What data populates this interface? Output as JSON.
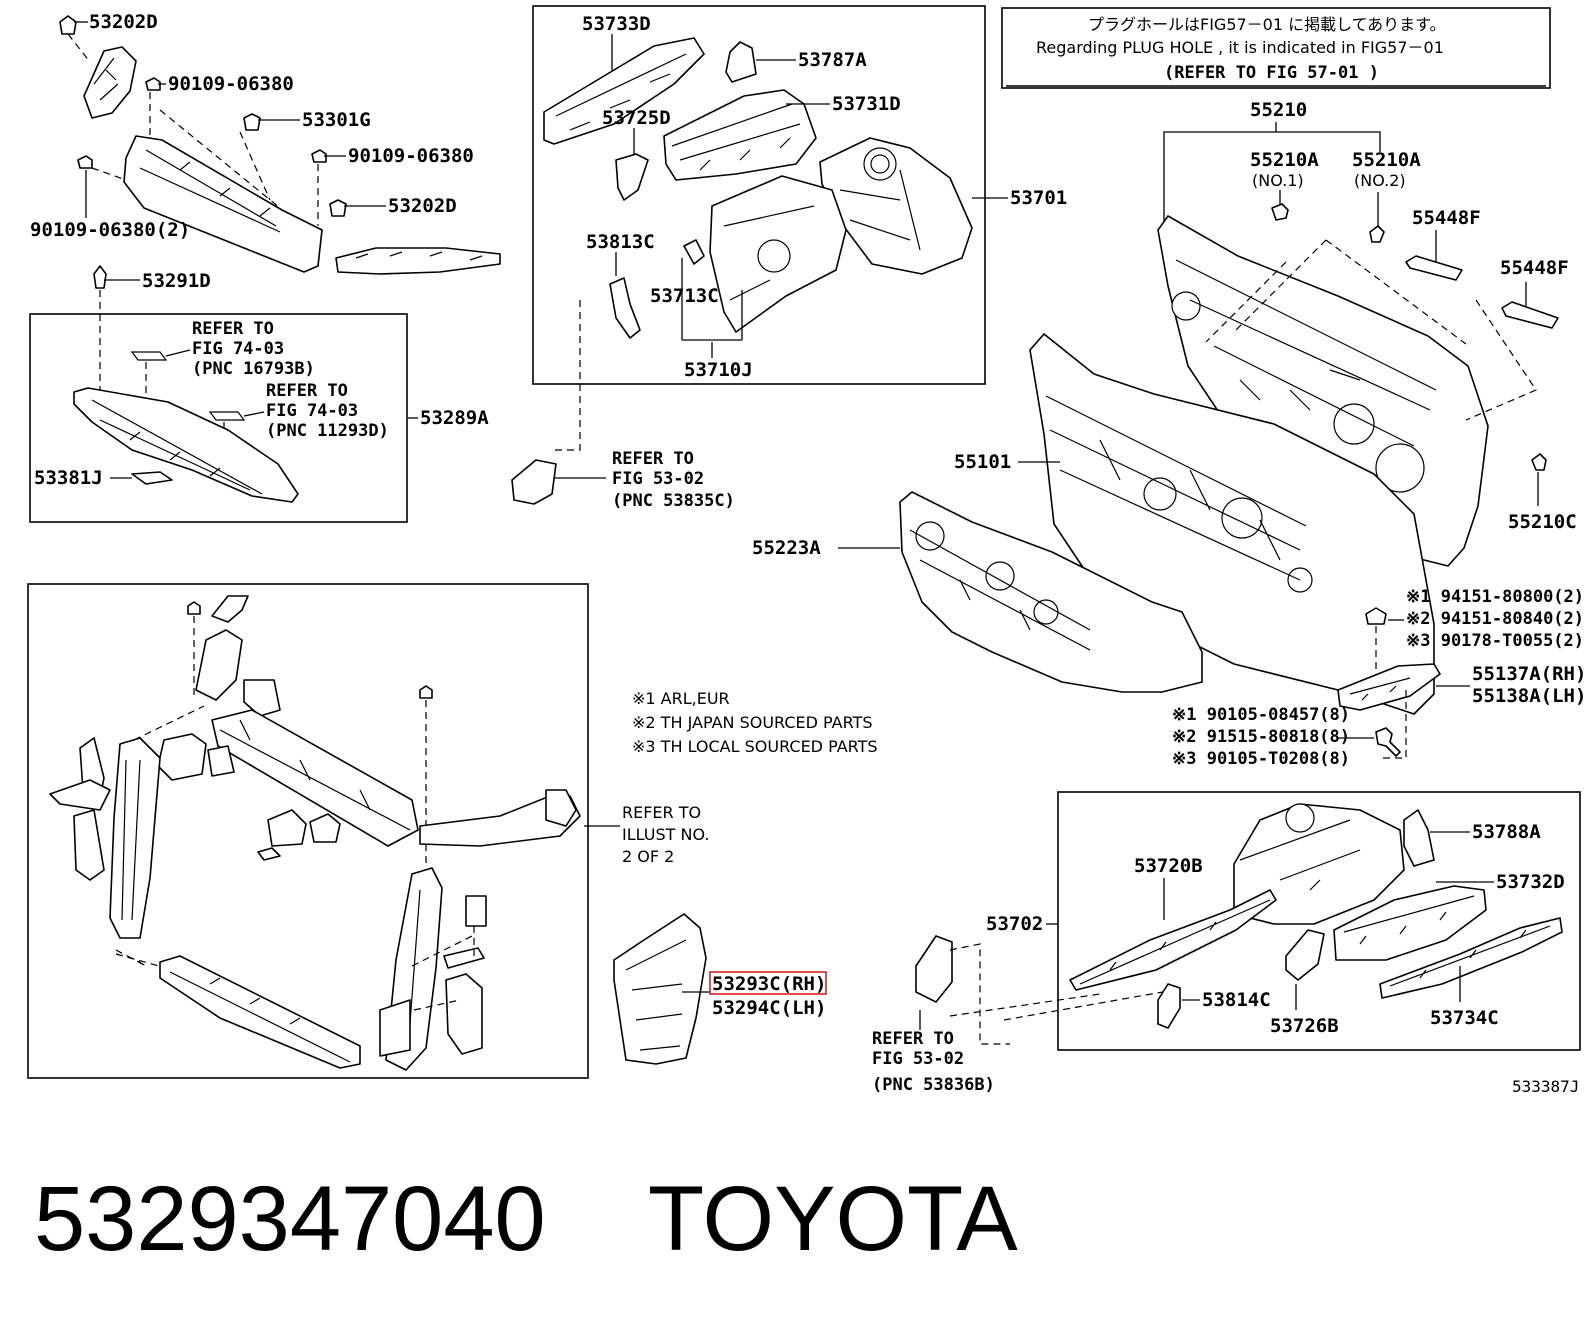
{
  "catalog_code": "533387J",
  "footer": {
    "part_number": "5329347040",
    "brand": "TOYOTA"
  },
  "notice": {
    "jp": "プラグホールはFIG57－01 に掲載してあります。",
    "en": "Regarding  PLUG HOLE , it is  indicated  in  FIG57－01",
    "ref": "(REFER TO FIG 57-01 )"
  },
  "legend": {
    "line1": "※1 ARL,EUR",
    "line2": "※2 TH JAPAN SOURCED PARTS",
    "line3": "※3 TH LOCAL SOURCED PARTS"
  },
  "highlight_color": "#e02020",
  "labels": {
    "p53202D_a": "53202D",
    "p90109_a": "90109-06380",
    "p53301G": "53301G",
    "p90109_b": "90109-06380",
    "p90109_c": "90109-06380(2)",
    "p53202D_b": "53202D",
    "p53291D": "53291D",
    "p53289A": "53289A",
    "p53381J": "53381J",
    "ref1_l1": "REFER TO",
    "ref1_l2": "FIG 74-03",
    "ref1_l3": "(PNC 16793B)",
    "ref2_l1": "REFER TO",
    "ref2_l2": "FIG 74-03",
    "ref2_l3": "(PNC 11293D)",
    "p53733D": "53733D",
    "p53787A": "53787A",
    "p53731D": "53731D",
    "p53725D": "53725D",
    "p53701": "53701",
    "p53813C": "53813C",
    "p53713C": "53713C",
    "p53710J": "53710J",
    "ref3_l1": "REFER TO",
    "ref3_l2": "FIG 53-02",
    "ref3_l3": "(PNC 53835C)",
    "p55210": "55210",
    "p55210A_1": "55210A",
    "p55210A_1_sub": "(NO.1)",
    "p55210A_2": "55210A",
    "p55210A_2_sub": "(NO.2)",
    "p55448F_a": "55448F",
    "p55448F_b": "55448F",
    "p55101": "55101",
    "p55223A": "55223A",
    "p55210C": "55210C",
    "b1_1": "※1 94151-80800(2)",
    "b1_2": "※2 94151-80840(2)",
    "b1_3": "※3 90178-T0055(2)",
    "p55137A": "55137A(RH)",
    "p55138A": "55138A(LH)",
    "b2_1": "※1 90105-08457(8)",
    "b2_2": "※2 91515-80818(8)",
    "b2_3": "※3 90105-T0208(8)",
    "ref4_l1": "REFER TO",
    "ref4_l2": "ILLUST NO.",
    "ref4_l3": "2 OF 2",
    "p53293C": "53293C(RH)",
    "p53294C": "53294C(LH)",
    "p53702": "53702",
    "ref5_l1": "REFER TO",
    "ref5_l2": "FIG 53-02",
    "ref5_l3": "(PNC 53836B)",
    "p53788A": "53788A",
    "p53720B": "53720B",
    "p53732D": "53732D",
    "p53814C": "53814C",
    "p53726B": "53726B",
    "p53734C": "53734C"
  }
}
